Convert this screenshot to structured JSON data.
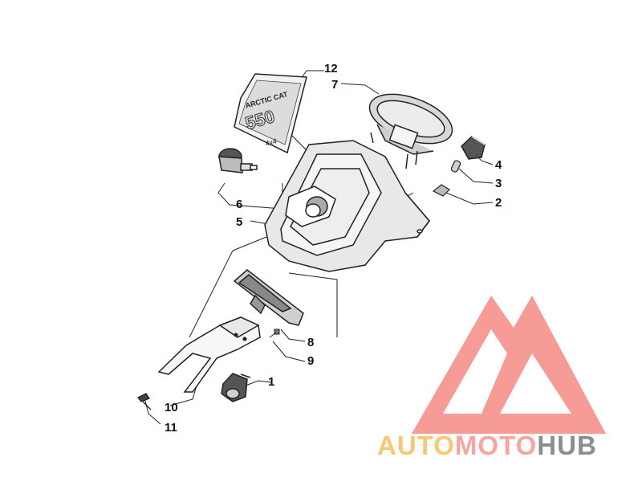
{
  "callouts": [
    "1",
    "2",
    "3",
    "4",
    "5",
    "6",
    "7",
    "8",
    "9",
    "10",
    "11",
    "12"
  ],
  "decal": {
    "brand_text": "ARCTIC CAT",
    "model_text": "550",
    "sub_text": "4x4"
  },
  "watermark": {
    "part1": "AUTO",
    "part2": "MOTO",
    "part3": "HUB",
    "colors": {
      "auto": "#f7c873",
      "moto": "#f6a6a0",
      "hub": "#8d8d8d",
      "logo": "#f48a84"
    }
  }
}
